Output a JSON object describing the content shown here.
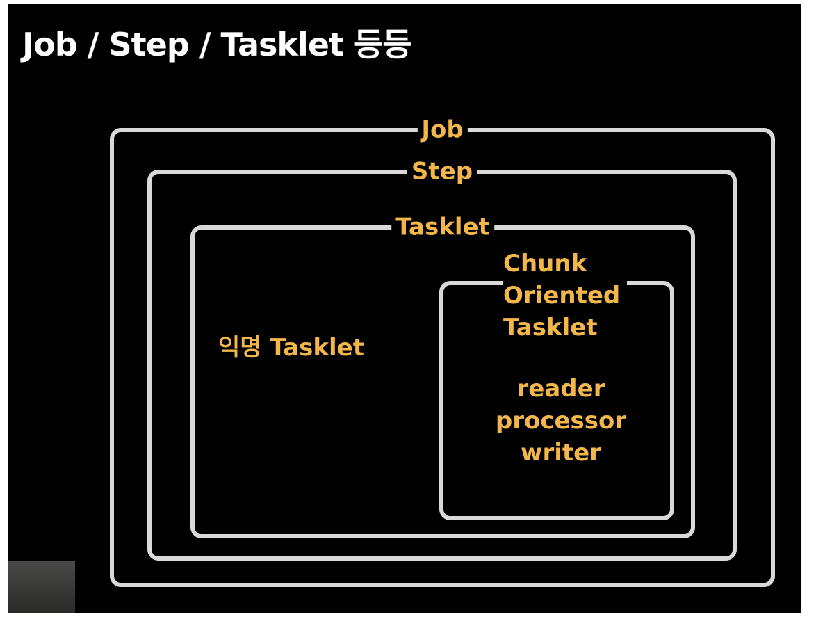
{
  "slide": {
    "title": "Job / Step / Tasklet 등등"
  },
  "diagram": {
    "job_label": "Job",
    "step_label": "Step",
    "tasklet_label": "Tasklet",
    "chunk_title_lines": [
      "Chunk",
      "Oriented",
      "Tasklet"
    ],
    "anonymous_tasklet_label": "익명 Tasklet",
    "chunk_components": [
      "reader",
      "processor",
      "writer"
    ]
  },
  "colors": {
    "background": "#000000",
    "box_stroke": "#d9d9d9",
    "title_text": "#ffffff",
    "label_text": "#f2b64a"
  }
}
